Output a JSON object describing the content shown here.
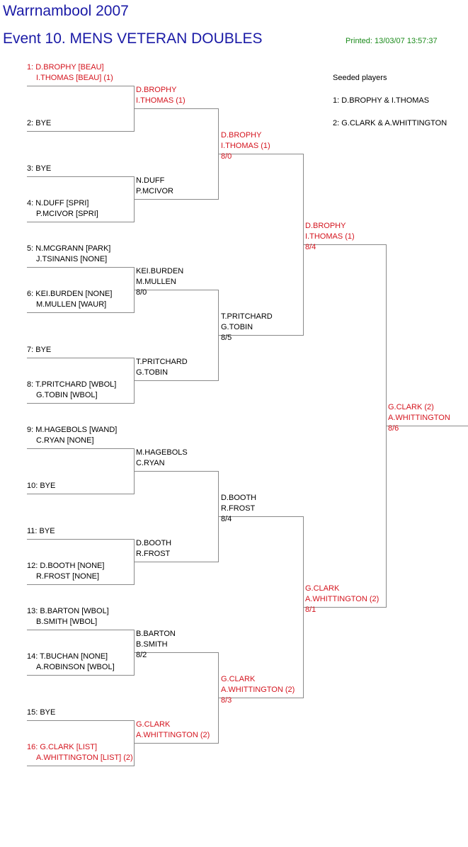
{
  "header": {
    "tournament": "Warrnambool 2007",
    "event": "Event 10. MENS VETERAN DOUBLES",
    "printed": "Printed: 13/03/07 13:57:37"
  },
  "seeds": {
    "heading": "Seeded players",
    "items": [
      "1: D.BROPHY & I.THOMAS",
      "2: G.CLARK & A.WHITTINGTON"
    ]
  },
  "colors": {
    "title": "#1a1aa6",
    "printed": "#1a8a1a",
    "seeded": "#d4141e",
    "normal": "#000000",
    "line": "#8a8a8a"
  },
  "round1": [
    {
      "line1": "1: D.BROPHY [BEAU]",
      "line2": "I.THOMAS [BEAU] (1)",
      "seeded": true
    },
    {
      "line1": "2: BYE",
      "line2": "",
      "seeded": false
    },
    {
      "line1": "3: BYE",
      "line2": "",
      "seeded": false
    },
    {
      "line1": "4: N.DUFF [SPRI]",
      "line2": "P.MCIVOR [SPRI]",
      "seeded": false
    },
    {
      "line1": "5: N.MCGRANN [PARK]",
      "line2": "J.TSINANIS [NONE]",
      "seeded": false
    },
    {
      "line1": "6: KEI.BURDEN [NONE]",
      "line2": "M.MULLEN [WAUR]",
      "seeded": false
    },
    {
      "line1": "7: BYE",
      "line2": "",
      "seeded": false
    },
    {
      "line1": "8: T.PRITCHARD [WBOL]",
      "line2": "G.TOBIN [WBOL]",
      "seeded": false
    },
    {
      "line1": "9: M.HAGEBOLS [WAND]",
      "line2": "C.RYAN [NONE]",
      "seeded": false
    },
    {
      "line1": "10: BYE",
      "line2": "",
      "seeded": false
    },
    {
      "line1": "11: BYE",
      "line2": "",
      "seeded": false
    },
    {
      "line1": "12: D.BOOTH [NONE]",
      "line2": "R.FROST [NONE]",
      "seeded": false
    },
    {
      "line1": "13: B.BARTON [WBOL]",
      "line2": "B.SMITH [WBOL]",
      "seeded": false
    },
    {
      "line1": "14: T.BUCHAN [NONE]",
      "line2": "A.ROBINSON [WBOL]",
      "seeded": false
    },
    {
      "line1": "15: BYE",
      "line2": "",
      "seeded": false
    },
    {
      "line1": "16: G.CLARK [LIST]",
      "line2": "A.WHITTINGTON [LIST] (2)",
      "seeded": true
    }
  ],
  "round2": [
    {
      "line1": "D.BROPHY",
      "line2": "I.THOMAS (1)",
      "score": "",
      "seeded": true
    },
    {
      "line1": "N.DUFF",
      "line2": "P.MCIVOR",
      "score": "",
      "seeded": false
    },
    {
      "line1": "KEI.BURDEN",
      "line2": "M.MULLEN",
      "score": "8/0",
      "seeded": false
    },
    {
      "line1": "T.PRITCHARD",
      "line2": "G.TOBIN",
      "score": "",
      "seeded": false
    },
    {
      "line1": "M.HAGEBOLS",
      "line2": "C.RYAN",
      "score": "",
      "seeded": false
    },
    {
      "line1": "D.BOOTH",
      "line2": "R.FROST",
      "score": "",
      "seeded": false
    },
    {
      "line1": "B.BARTON",
      "line2": "B.SMITH",
      "score": "8/2",
      "seeded": false
    },
    {
      "line1": "G.CLARK",
      "line2": "A.WHITTINGTON (2)",
      "score": "",
      "seeded": true
    }
  ],
  "round3": [
    {
      "line1": "D.BROPHY",
      "line2": "I.THOMAS (1)",
      "score": "8/0",
      "seeded": true
    },
    {
      "line1": "T.PRITCHARD",
      "line2": "G.TOBIN",
      "score": "8/5",
      "seeded": false
    },
    {
      "line1": "D.BOOTH",
      "line2": "R.FROST",
      "score": "8/4",
      "seeded": false
    },
    {
      "line1": "G.CLARK",
      "line2": "A.WHITTINGTON (2)",
      "score": "8/3",
      "seeded": true
    }
  ],
  "round4": [
    {
      "line1": "D.BROPHY",
      "line2": "I.THOMAS (1)",
      "score": "8/4",
      "seeded": true
    },
    {
      "line1": "G.CLARK",
      "line2": "A.WHITTINGTON (2)",
      "score": "8/1",
      "seeded": true
    }
  ],
  "final": [
    {
      "line1": "G.CLARK (2)",
      "line2": "A.WHITTINGTON",
      "score": "8/6",
      "seeded": true
    }
  ]
}
